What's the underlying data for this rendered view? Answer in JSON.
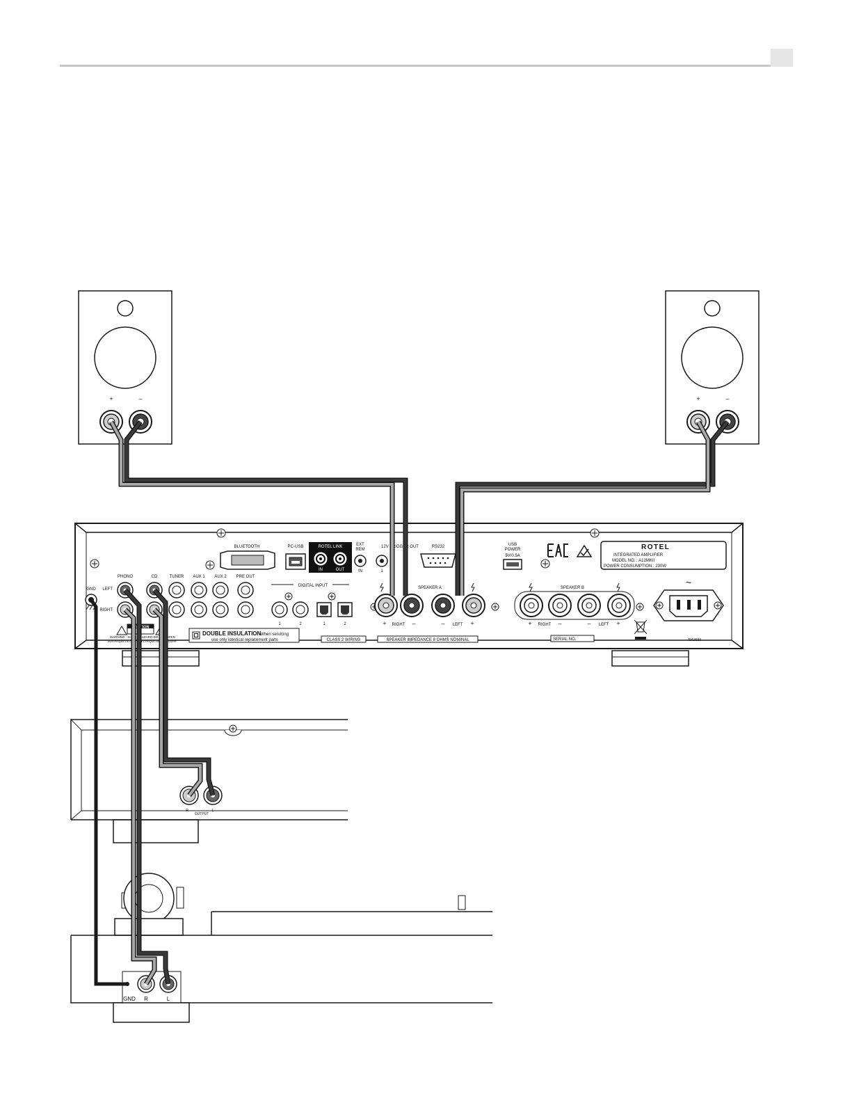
{
  "speaker": {
    "plus": "+",
    "minus": "–"
  },
  "amp": {
    "bluetooth": "BLUETOOTH",
    "pc_usb": "PC-USB",
    "rotel_link": "ROTEL LINK",
    "rotel_link_in": "IN",
    "rotel_link_out": "OUT",
    "ext_rem": "EXT",
    "ext_rem2": "REM",
    "ext_rem_in": "IN",
    "trigger": "12V TRIGGER OUT",
    "trigger_1": "1",
    "rs232": "RS232",
    "usb_power": "USB",
    "usb_power2": "POWER",
    "usb_rating": "5V/0.5A",
    "brand": "ROTEL",
    "model_line1": "INTEGRATED  AMPLIFIER",
    "model_line2": "MODEL  NO. : A12MKII",
    "model_line3": "POWER  CONSUMPTION : 230W",
    "phono": "PHONO",
    "cd": "CD",
    "tuner": "TUNER",
    "aux1": "AUX 1",
    "aux2": "AUX 2",
    "pre_out": "PRE OUT",
    "gnd": "GND",
    "left": "LEFT",
    "right": "RIGHT",
    "digital_input": "DIGITAL INPUT",
    "coax1": "1",
    "coax2": "2",
    "opt1": "1",
    "opt2": "2",
    "speaker_a": "SPEAKER  A",
    "speaker_b": "SPEAKER  B",
    "spk_right": "RIGHT",
    "spk_left": "LEFT",
    "caution": "CAUTION",
    "warning_line1": "WARNING : SHOCK HAZARD-DO NOT OPEN",
    "warning_line2": "AVIS:RISQUE DE CHOC ELECTRIQUE-NE PAS OUVRIR",
    "double_insulation": "DOUBLE INSULATION",
    "double_insulation_rest": "-When servicing",
    "double_insulation_line2": "use only identical replacement parts",
    "class2": "CLASS 2 WIRING",
    "impedance": "SPEAKER IMPEDANCE 8 OHMS NOMINAL",
    "serial": "SERIAL NO.",
    "ac": "~",
    "ra_code": "RA3693"
  },
  "cd_player": {
    "output": "OUTPUT",
    "r": "R",
    "l": "L"
  },
  "turntable": {
    "gnd": "GND",
    "r": "R",
    "l": "L"
  },
  "colors": {
    "line": "#1a1a1a",
    "panel_fill": "#ffffff",
    "cable_dark": "#3a3a3a",
    "cable_light": "#a8a8a8",
    "header_rule": "#c8c8c8",
    "page_tab": "#e6e6e6"
  }
}
